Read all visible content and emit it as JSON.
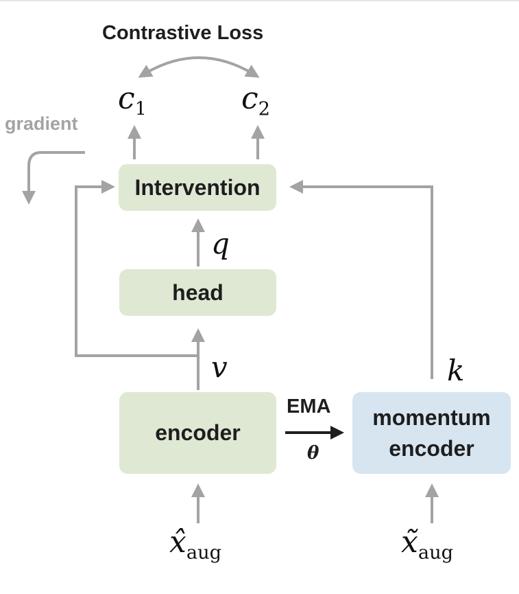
{
  "diagram": {
    "title": "Contrastive Loss",
    "gradient_label": "gradient",
    "nodes": {
      "intervention": "Intervention",
      "head": "head",
      "encoder": "encoder",
      "momentum_line1": "momentum",
      "momentum_line2": "encoder"
    },
    "symbols": {
      "c1_base": "c",
      "c1_sub": "1",
      "c2_base": "c",
      "c2_sub": "2",
      "q": "q",
      "v": "v",
      "k": "k",
      "x_hat_base": "x̂",
      "x_hat_sub": "aug",
      "x_tilde_base": "x̃",
      "x_tilde_sub": "aug"
    },
    "ema_label": "EMA",
    "theta_label": "θ"
  },
  "colors": {
    "box_green": "#dfe8d3",
    "box_blue": "#d7e5f0",
    "arrow_gray": "#a3a3a3",
    "arrow_dark": "#1e1e1e"
  }
}
